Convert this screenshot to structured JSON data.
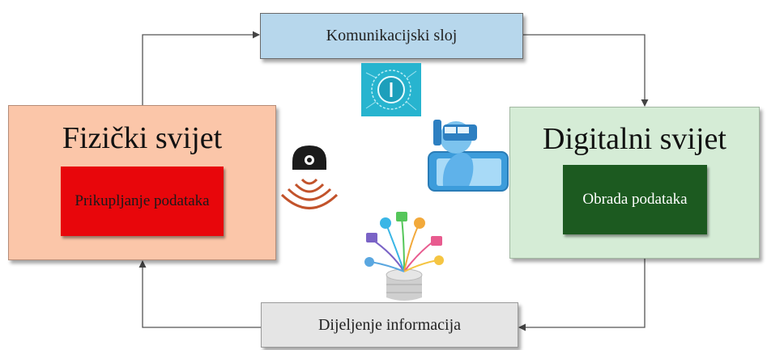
{
  "top_box": {
    "label": "Komunikacijski sloj"
  },
  "left_box": {
    "title": "Fizički svijet",
    "inner_label": "Prikupljanje podataka"
  },
  "right_box": {
    "title": "Digitalni svijet",
    "inner_label": "Obrada podataka"
  },
  "bottom_box": {
    "label": "Dijeljenje informacija"
  },
  "icons": [
    "network-tile-icon",
    "sensor-waves-icon",
    "vr-headset-tablet-icon",
    "data-cloud-icon"
  ],
  "colors": {
    "top_box": "#b7d7ec",
    "left_box": "#fbc6a9",
    "left_inner": "#e8060b",
    "right_box": "#d5ecd6",
    "right_inner": "#1c5a20",
    "bottom_box": "#e5e5e5",
    "arrow": "#444444"
  }
}
